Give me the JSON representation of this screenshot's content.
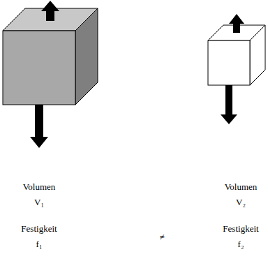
{
  "diagram": {
    "labels": [
      "Volumen",
      "V₁",
      "Festigkeit",
      "f₁",
      "≠",
      "Volumen",
      "V₂",
      "Festigkeit",
      "f₂"
    ]
  }
}
